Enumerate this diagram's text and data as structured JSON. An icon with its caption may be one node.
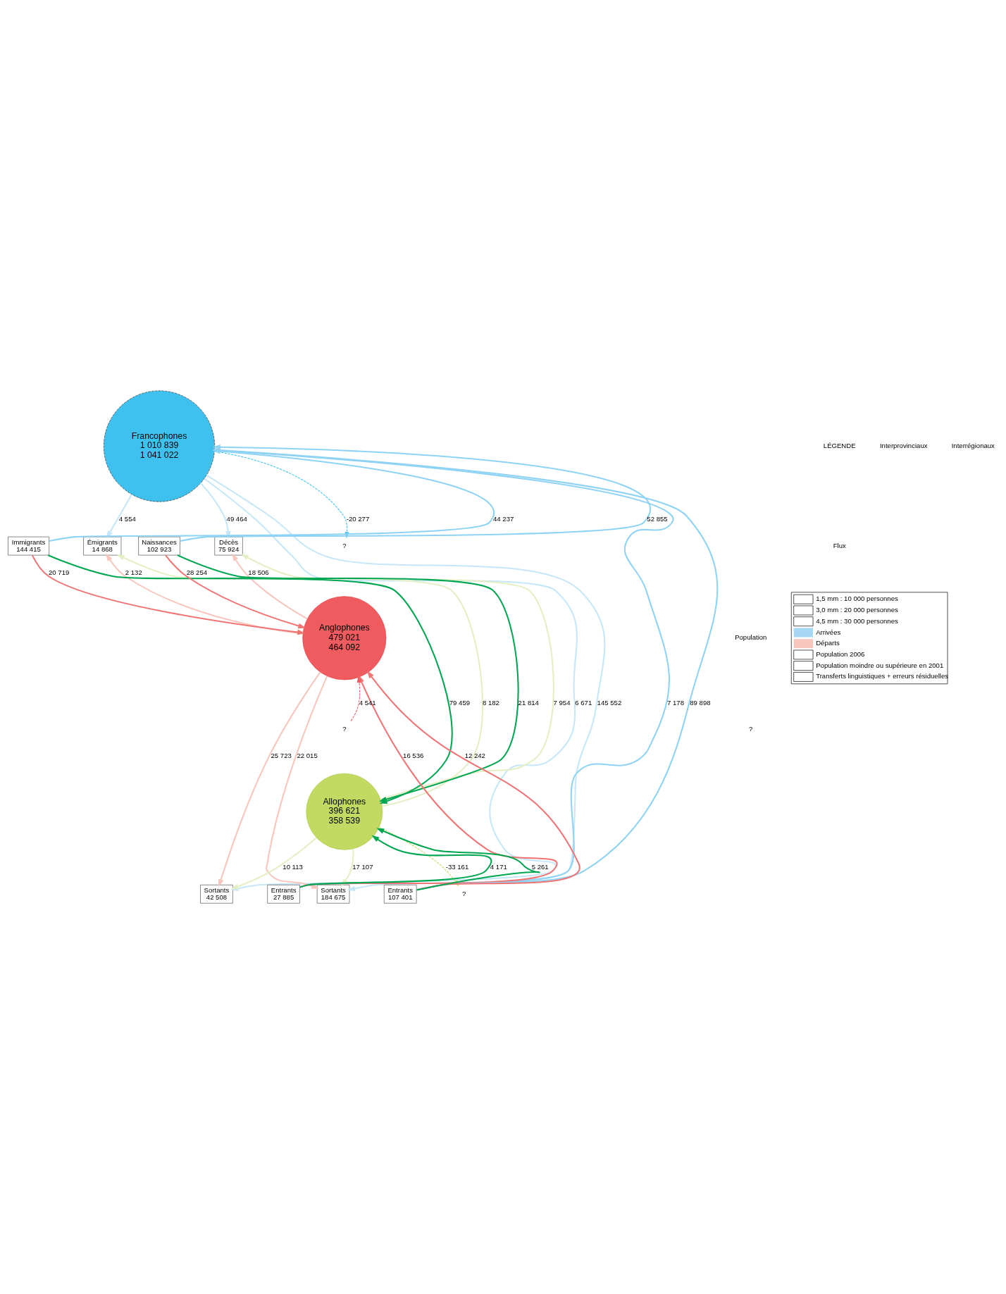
{
  "diagram": {
    "nodes": [
      {
        "text": [
          "Francophones",
          "1 010 839",
          "1 041 022"
        ]
      },
      {
        "text": [
          "Anglophones",
          "479 021",
          "464 092"
        ]
      },
      {
        "text": [
          "Allophones",
          "396 621",
          "358 539"
        ]
      },
      {
        "text": [
          "Immigrants",
          "144 415"
        ]
      },
      {
        "text": [
          "Émigrants",
          "14 868"
        ]
      },
      {
        "text": [
          "Naissances",
          "102 923"
        ]
      },
      {
        "text": [
          "Décès",
          "75 924"
        ]
      },
      {
        "text": [
          "Entrants",
          "27 885"
        ]
      },
      {
        "text": [
          "Sortants",
          "42 508"
        ]
      },
      {
        "text": [
          "Entrants",
          "107 401"
        ]
      },
      {
        "text": [
          "Sortants",
          "184 675"
        ]
      },
      {
        "text": [
          "?"
        ]
      },
      {
        "text": [
          "?"
        ]
      },
      {
        "text": [
          "?"
        ]
      }
    ],
    "edges": [
      {
        "from": 3,
        "to": 0,
        "arrow": "to",
        "label": "44 237",
        "color": "#8fd3f4"
      },
      {
        "from": 3,
        "to": 1,
        "arrow": "to",
        "label": "20 719",
        "color": "#f07474"
      },
      {
        "from": 3,
        "to": 2,
        "arrow": "to",
        "label": "79 459",
        "color": "#00a651"
      },
      {
        "from": 0,
        "to": 4,
        "arrow": "to",
        "label": "4 554",
        "color": "#c5e7f8"
      },
      {
        "from": 1,
        "to": 4,
        "arrow": "to",
        "label": "2 132",
        "color": "#f9c6be"
      },
      {
        "from": 2,
        "to": 4,
        "arrow": "to",
        "label": "8 182",
        "color": "#e4efc4"
      },
      {
        "from": 5,
        "to": 0,
        "arrow": "to",
        "label": "52 855",
        "color": "#8fd3f4"
      },
      {
        "from": 5,
        "to": 1,
        "arrow": "to",
        "label": "28 254",
        "color": "#f07474"
      },
      {
        "from": 5,
        "to": 2,
        "arrow": "to",
        "label": "21 814",
        "color": "#00a651"
      },
      {
        "from": 0,
        "to": 6,
        "arrow": "to",
        "label": "49 464",
        "color": "#c5e7f8"
      },
      {
        "from": 1,
        "to": 6,
        "arrow": "to",
        "label": "18 506",
        "color": "#f9c6be"
      },
      {
        "from": 2,
        "to": 6,
        "arrow": "to",
        "label": "7 954",
        "color": "#e4efc4"
      },
      {
        "from": 7,
        "to": 0,
        "arrow": "to",
        "label": "7 178",
        "color": "#8fd3f4"
      },
      {
        "from": 7,
        "to": 1,
        "arrow": "to",
        "label": "16 536",
        "color": "#f07474"
      },
      {
        "from": 7,
        "to": 2,
        "arrow": "to",
        "label": "4 171",
        "color": "#00a651"
      },
      {
        "from": 0,
        "to": 8,
        "arrow": "to",
        "label": "6 671",
        "color": "#c5e7f8"
      },
      {
        "from": 1,
        "to": 8,
        "arrow": "to",
        "label": "25 723",
        "color": "#f9c6be"
      },
      {
        "from": 2,
        "to": 8,
        "arrow": "to",
        "label": "10 113",
        "color": "#e4efc4"
      },
      {
        "from": 9,
        "to": 0,
        "arrow": "to",
        "label": "89 898",
        "color": "#8fd3f4"
      },
      {
        "from": 9,
        "to": 1,
        "arrow": "to",
        "label": "12 242",
        "color": "#f07474"
      },
      {
        "from": 9,
        "to": 2,
        "arrow": "to",
        "label": "5 261",
        "color": "#00a651"
      },
      {
        "from": 0,
        "to": 10,
        "arrow": "to",
        "label": "145 552",
        "color": "#c5e7f8"
      },
      {
        "from": 1,
        "to": 10,
        "arrow": "to",
        "label": "22 015",
        "color": "#f9c6be"
      },
      {
        "from": 2,
        "to": 10,
        "arrow": "to",
        "label": "17 107",
        "color": "#e4efc4"
      },
      {
        "from": 0,
        "to": 11,
        "arrow": "to",
        "label": "-20 277",
        "style": "dashed",
        "color": "#3fc1f0"
      },
      {
        "from": 12,
        "to": 1,
        "arrow": "to",
        "label": "4 541",
        "style": "dashed",
        "color": "#ef5b5e"
      },
      {
        "from": 2,
        "to": 13,
        "arrow": "to",
        "label": "-33 161",
        "style": "dashed",
        "color": "#c2d962"
      }
    ],
    "labels": [
      "LÉGENDE",
      "Flux",
      "Population",
      "?",
      "Interprovinciaux",
      "Interrégionaux"
    ],
    "legend": [
      {
        "text": "1,5 mm : 10 000 personnes"
      },
      {
        "text": "3,0 mm : 20 000 personnes"
      },
      {
        "text": "4,5 mm : 30 000 personnes"
      },
      {
        "text": "Arrivées",
        "color": "#a6d8f4"
      },
      {
        "text": "Départs",
        "color": "#f9c6be"
      },
      {
        "text": "Population 2006"
      },
      {
        "text": "Population moindre ou supérieure en 2001"
      },
      {
        "text": "Transferts linguistiques + erreurs résiduelles"
      }
    ]
  }
}
